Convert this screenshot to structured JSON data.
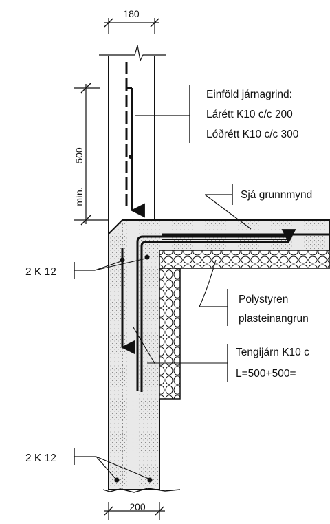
{
  "dimensions": {
    "top_width": "180",
    "bottom_width": "200",
    "min_height_label": "mín.",
    "min_height_value": "500"
  },
  "annotations": {
    "rebar_grid_title": "Einföld járnagrind:",
    "rebar_horizontal": "Lárétt K10 c/c 200",
    "rebar_vertical": "Lóðrétt K10 c/c 300",
    "see_plan": "Sjá grunnmynd",
    "insulation_line1": "Polystyren",
    "insulation_line2": "plasteinangrun",
    "tie_bars_line1": "Tengijárn K10 c",
    "tie_bars_line2": "L=500+500=",
    "bars_upper": "2 K 12",
    "bars_lower": "2 K 12"
  },
  "colors": {
    "ink": "#111111",
    "concrete_fill": "#e4e4e4",
    "background": "#ffffff"
  }
}
